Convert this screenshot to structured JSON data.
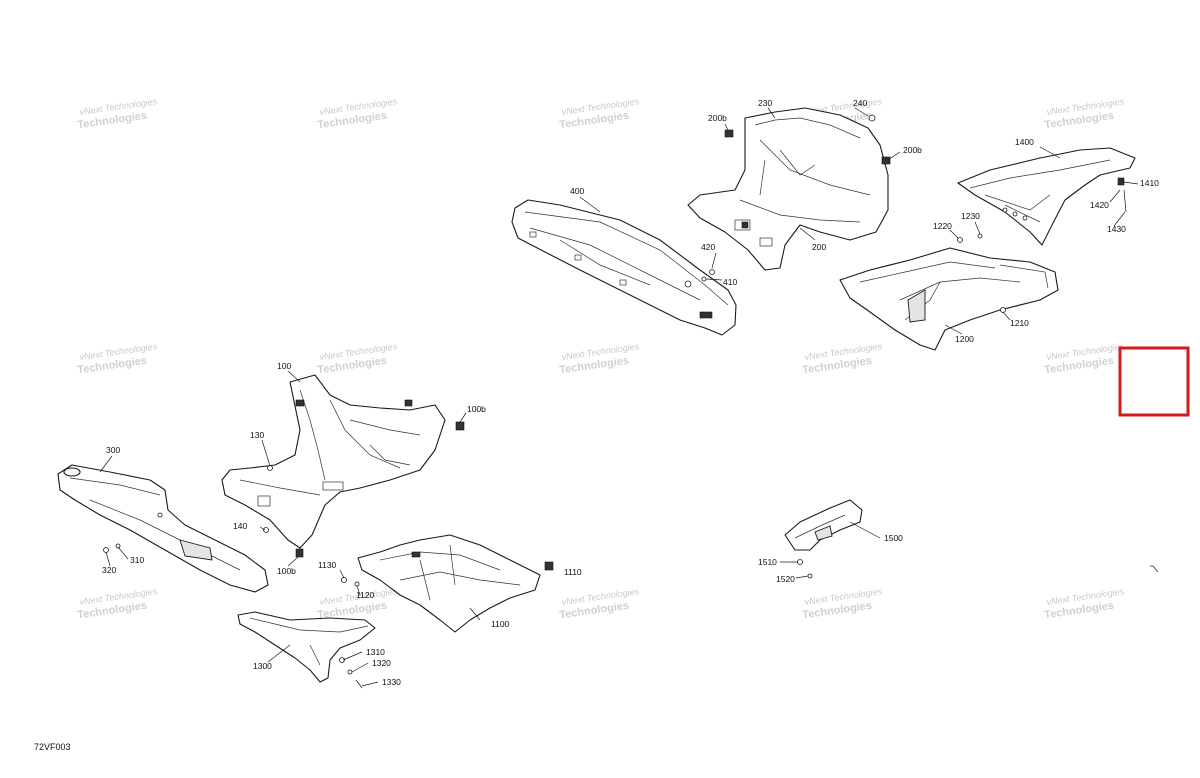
{
  "diagram_ref": "72VF003",
  "watermark": {
    "line1": "vNext Technologies",
    "line2": "Technologies"
  },
  "callouts": {
    "c100": "100",
    "c100b_top": "100b",
    "c100b_bot": "100b",
    "c130": "130",
    "c140": "140",
    "c200": "200",
    "c200b_left": "200b",
    "c200b_right": "200b",
    "c230": "230",
    "c240": "240",
    "c300": "300",
    "c310": "310",
    "c320": "320",
    "c400": "400",
    "c410": "410",
    "c420": "420",
    "c1100": "1100",
    "c1110": "1110",
    "c1120": "1120",
    "c1130": "1130",
    "c1200": "1200",
    "c1210": "1210",
    "c1220": "1220",
    "c1230": "1230",
    "c1300": "1300",
    "c1310": "1310",
    "c1320": "1320",
    "c1330": "1330",
    "c1400": "1400",
    "c1410": "1410",
    "c1420": "1420",
    "c1430": "1430",
    "c1500": "1500",
    "c1510": "1510",
    "c1520": "1520"
  },
  "colors": {
    "highlight": "#d41919",
    "line": "#1a1a1a",
    "watermark": "#c9c9c9"
  }
}
